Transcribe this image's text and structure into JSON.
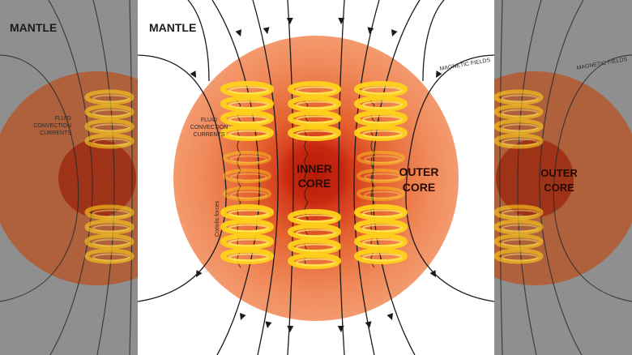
{
  "labels": {
    "mantle": "MANTLE",
    "magnetic_fields": "MAGNETIC FIELDS",
    "fluid_convection": [
      "FLUID",
      "CONVECTION",
      "CURRENTS"
    ],
    "inner_core": [
      "INNER",
      "CORE"
    ],
    "outer_core": [
      "OUTER",
      "CORE"
    ],
    "coriolis_forces": "Coriolis forces"
  },
  "colors": {
    "mantle_bg": "#ffffff",
    "side_bg": "#8e8e8e",
    "outer_core_edge": "#f08a5a",
    "outer_core_mid": "#e0582f",
    "inner_core": "#c3210f",
    "helix": "#ffd21a",
    "field_lines": "#1a1a1a"
  },
  "icons": [
    "arrow-head-icon"
  ]
}
